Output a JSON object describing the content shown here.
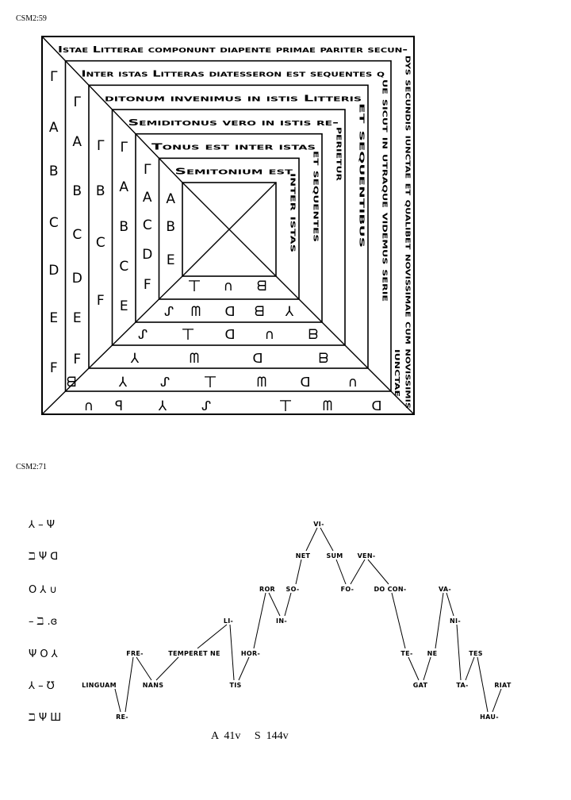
{
  "labels": {
    "fig1": "CSM2:59",
    "fig2": "CSM2:71",
    "caption": "A  41v     S  144v"
  },
  "diagram": {
    "top_texts": [
      "Istae Litterae componunt diapente primae pariter secun-",
      "Inter istas Litteras diatesseron est sequentes q",
      "ditonum invenimus in istis Litteris",
      "Semiditonus vero in istis re-",
      "Tonus est inter istas",
      "Semitonium est"
    ],
    "right_texts": [
      "dys secundis iunctae et qualibet novissimae cum novissimis",
      "ue sicut in utraque videmus serie",
      "et sequentibus",
      "perietur",
      "et sequentes",
      "inter istas"
    ],
    "right_extra": "iunctae",
    "left_letters": [
      [
        "Γ",
        "A",
        "B",
        "C",
        "D",
        "E",
        "F"
      ],
      [
        "Γ",
        "A",
        "B",
        "C",
        "D",
        "E",
        "F"
      ],
      [
        "Γ",
        "B",
        "C",
        "F"
      ],
      [
        "Γ",
        "A",
        "B",
        "C",
        "E"
      ],
      [
        "Γ",
        "A",
        "C",
        "D",
        "F"
      ],
      [
        "A",
        "B",
        "E"
      ]
    ],
    "bottom_letters": [
      [
        "ㄒ",
        "∩",
        "ᗺ"
      ],
      [
        "ᔑ",
        "ᗰ",
        "ᗡ",
        "ᗺ",
        "⅄"
      ],
      [
        "ᔑ",
        "ㄒ",
        "ᗡ",
        "∩",
        "ᗷ"
      ],
      [
        "⅄",
        "ᗰ",
        "ᗡ",
        "ᗷ"
      ],
      [
        "ᗺ",
        "⅄",
        "ᔑ",
        "ㄒ",
        "ᗰ",
        "ᗡ",
        "∩"
      ],
      [
        "∩",
        "ꟼ",
        "⅄",
        "ᔑ",
        "ㄒ",
        "ᗰ",
        "ᗡ"
      ]
    ]
  },
  "melody": {
    "row_labels": [
      "⅄ – Ψ",
      "ℶ Ψ ᗡ",
      "O ⅄ ∪",
      "– ℶ .ɞ",
      "Ψ O ⅄",
      "⅄ – ℧",
      "ℶ Ψ Ш"
    ],
    "syllables": [
      {
        "text": "LINGUAM",
        "row": 5
      },
      {
        "text": "RE-",
        "row": 6
      },
      {
        "text": "FRE-",
        "row": 4
      },
      {
        "text": "NANS",
        "row": 5
      },
      {
        "text": "TEMPERET NE",
        "row": 4
      },
      {
        "text": "LI-",
        "row": 3
      },
      {
        "text": "TIS",
        "row": 5
      },
      {
        "text": "HOR-",
        "row": 4
      },
      {
        "text": "ROR",
        "row": 2
      },
      {
        "text": "IN-",
        "row": 3
      },
      {
        "text": "SO-",
        "row": 2
      },
      {
        "text": "NET",
        "row": 1
      },
      {
        "text": "VI-",
        "row": 0
      },
      {
        "text": "SUM",
        "row": 1
      },
      {
        "text": "FO-",
        "row": 2
      },
      {
        "text": "VEN-",
        "row": 1
      },
      {
        "text": "DO CON-",
        "row": 2
      },
      {
        "text": "TE-",
        "row": 4
      },
      {
        "text": "GAT",
        "row": 5
      },
      {
        "text": "NE",
        "row": 4
      },
      {
        "text": "VA-",
        "row": 2
      },
      {
        "text": "NI-",
        "row": 3
      },
      {
        "text": "TA-",
        "row": 5
      },
      {
        "text": "TES",
        "row": 4
      },
      {
        "text": "HAU-",
        "row": 6
      },
      {
        "text": "RIAT",
        "row": 5
      }
    ]
  }
}
